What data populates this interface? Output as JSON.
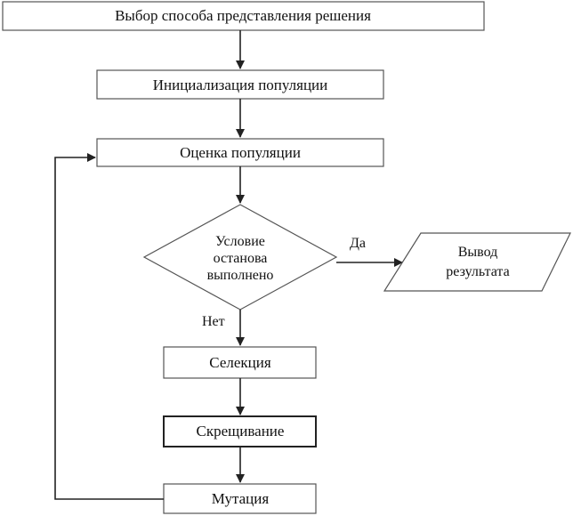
{
  "steps": {
    "choose_representation": "Выбор способа представления решения",
    "init_population": "Инициализация популяции",
    "evaluate_population": "Оценка популяции",
    "stop_condition": [
      "Условие",
      "останова",
      "выполнено"
    ],
    "output_result": [
      "Вывод",
      "результата"
    ],
    "selection": "Селекция",
    "crossover": "Скрещивание",
    "mutation": "Мутация"
  },
  "edge_labels": {
    "yes": "Да",
    "no": "Нет"
  }
}
